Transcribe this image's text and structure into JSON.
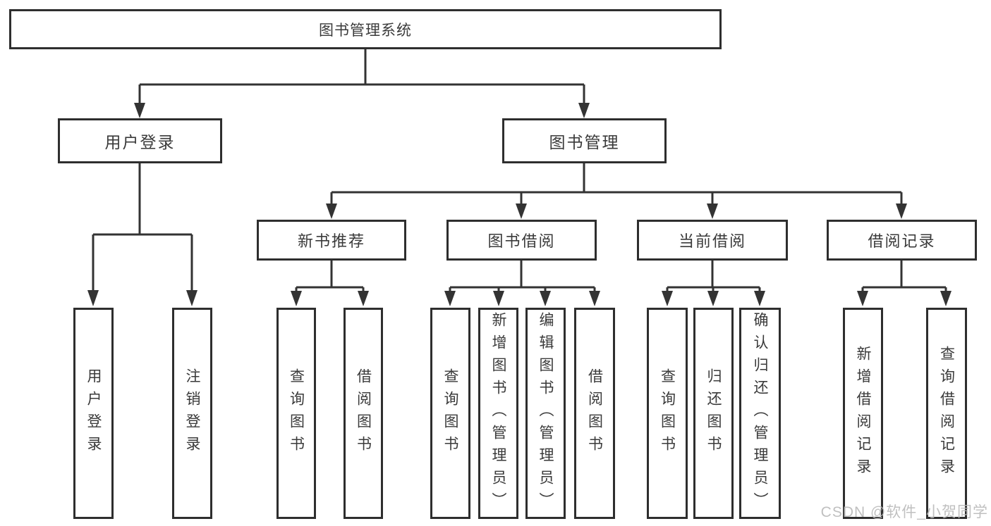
{
  "colors": {
    "line": "#333333",
    "box_border": "#2e2e2e",
    "text": "#3a3a3a",
    "watermark": "#b9b9b9",
    "background": "#ffffff"
  },
  "tree": {
    "root": {
      "label": "图书管理系统"
    },
    "branches": [
      {
        "label": "用户登录",
        "children": [
          {
            "label": "用户登录"
          },
          {
            "label": "注销登录"
          }
        ]
      },
      {
        "label": "图书管理",
        "groups": [
          {
            "label": "新书推荐",
            "children": [
              {
                "label": "查询图书"
              },
              {
                "label": "借阅图书"
              }
            ]
          },
          {
            "label": "图书借阅",
            "children": [
              {
                "label": "查询图书"
              },
              {
                "label": "新增图书（管理员）"
              },
              {
                "label": "编辑图书（管理员）"
              },
              {
                "label": "借阅图书"
              }
            ]
          },
          {
            "label": "当前借阅",
            "children": [
              {
                "label": "查询图书"
              },
              {
                "label": "归还图书"
              },
              {
                "label": "确认归还（管理员）"
              }
            ]
          },
          {
            "label": "借阅记录",
            "children": [
              {
                "label": "新增借阅记录"
              },
              {
                "label": "查询借阅记录"
              }
            ]
          }
        ]
      }
    ]
  },
  "watermark": {
    "text": "CSDN @软件_小贺同学"
  }
}
